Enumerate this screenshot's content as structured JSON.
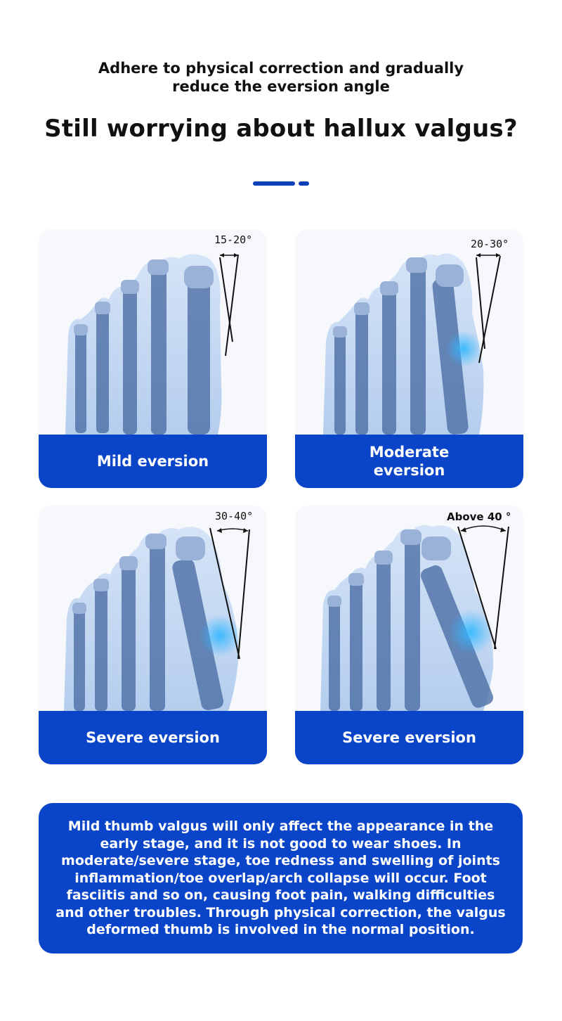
{
  "header": {
    "subtitle": "Adhere to physical correction and gradually reduce the eversion angle",
    "headline": "Still worrying about hallux valgus?"
  },
  "cards": [
    {
      "angle": "15-20°",
      "label": "Mild eversion"
    },
    {
      "angle": "20-30°",
      "label": "Moderate eversion"
    },
    {
      "angle": "30-40°",
      "label": "Severe eversion"
    },
    {
      "angle": "Above 40 °",
      "label": "Severe eversion"
    }
  ],
  "info": {
    "text": "Mild thumb valgus will only affect the appearance in the early stage, and it is not good to wear shoes. In moderate/severe stage, toe redness and swelling of joints inflammation/toe overlap/arch collapse will occur. Foot fasciitis and so on, causing foot pain, walking difficulties and other troubles. Through physical correction, the valgus deformed thumb is involved in the normal position."
  },
  "colors": {
    "brand_blue": "#0a45c9",
    "accent_blue": "#0d3fb8",
    "foot_light": "#b9d3f1",
    "bone": "#4d6fa6",
    "inflammation": "#2fb7ff"
  }
}
